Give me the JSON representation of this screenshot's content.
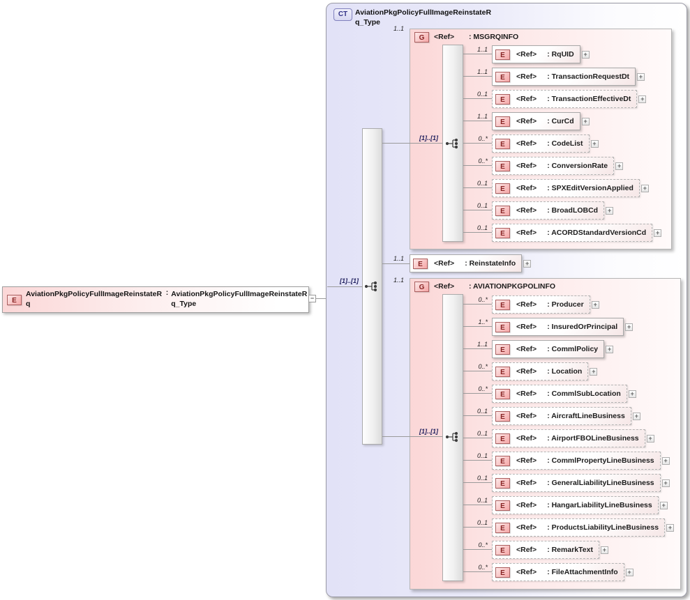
{
  "diagram": {
    "root": {
      "badge": "E",
      "name": "AviationPkgPolicyFullImageReinstateRq",
      "colon": ":",
      "type": "AviationPkgPolicyFullImageReinstateRq_Type",
      "collapse_label": "−"
    },
    "ct": {
      "badge": "CT",
      "title": "AviationPkgPolicyFullImageReinstateRq_Type",
      "cardinality": "[1]..[1]",
      "ref_label": "<Ref>",
      "colon": ":",
      "expand_label": "+",
      "sections": [
        {
          "kind": "group",
          "badge": "G",
          "name": "MSGRQINFO",
          "cardinality": "1..1",
          "inner_cardinality": "[1]..[1]",
          "children": [
            {
              "badge": "E",
              "cardinality": "1..1",
              "name": "RqUID"
            },
            {
              "badge": "E",
              "cardinality": "1..1",
              "name": "TransactionRequestDt"
            },
            {
              "badge": "E",
              "cardinality": "0..1",
              "name": "TransactionEffectiveDt"
            },
            {
              "badge": "E",
              "cardinality": "1..1",
              "name": "CurCd"
            },
            {
              "badge": "E",
              "cardinality": "0..*",
              "name": "CodeList"
            },
            {
              "badge": "E",
              "cardinality": "0..*",
              "name": "ConversionRate"
            },
            {
              "badge": "E",
              "cardinality": "0..1",
              "name": "SPXEditVersionApplied"
            },
            {
              "badge": "E",
              "cardinality": "0..1",
              "name": "BroadLOBCd"
            },
            {
              "badge": "E",
              "cardinality": "0..1",
              "name": "ACORDStandardVersionCd"
            }
          ]
        },
        {
          "kind": "element",
          "badge": "E",
          "name": "ReinstateInfo",
          "cardinality": "1..1"
        },
        {
          "kind": "group",
          "badge": "G",
          "name": "AVIATIONPKGPOLINFO",
          "cardinality": "1..1",
          "inner_cardinality": "[1]..[1]",
          "children": [
            {
              "badge": "E",
              "cardinality": "0..*",
              "name": "Producer"
            },
            {
              "badge": "E",
              "cardinality": "1..*",
              "name": "InsuredOrPrincipal"
            },
            {
              "badge": "E",
              "cardinality": "1..1",
              "name": "CommlPolicy"
            },
            {
              "badge": "E",
              "cardinality": "0..*",
              "name": "Location"
            },
            {
              "badge": "E",
              "cardinality": "0..*",
              "name": "CommlSubLocation"
            },
            {
              "badge": "E",
              "cardinality": "0..1",
              "name": "AircraftLineBusiness"
            },
            {
              "badge": "E",
              "cardinality": "0..1",
              "name": "AirportFBOLineBusiness"
            },
            {
              "badge": "E",
              "cardinality": "0..1",
              "name": "CommlPropertyLineBusiness"
            },
            {
              "badge": "E",
              "cardinality": "0..1",
              "name": "GeneralLiabilityLineBusiness"
            },
            {
              "badge": "E",
              "cardinality": "0..1",
              "name": "HangarLiabilityLineBusiness"
            },
            {
              "badge": "E",
              "cardinality": "0..1",
              "name": "ProductsLiabilityLineBusiness"
            },
            {
              "badge": "E",
              "cardinality": "0..*",
              "name": "RemarkText"
            },
            {
              "badge": "E",
              "cardinality": "0..*",
              "name": "FileAttachmentInfo"
            }
          ]
        }
      ]
    },
    "colors": {
      "group_pink": "#fbd7d7",
      "container_lavender": "#e2e2f7",
      "badge_border": "#aa5f5f",
      "badge_text": "#872222",
      "line": "#9a9a9a",
      "ct_badge_text": "#333388"
    }
  }
}
